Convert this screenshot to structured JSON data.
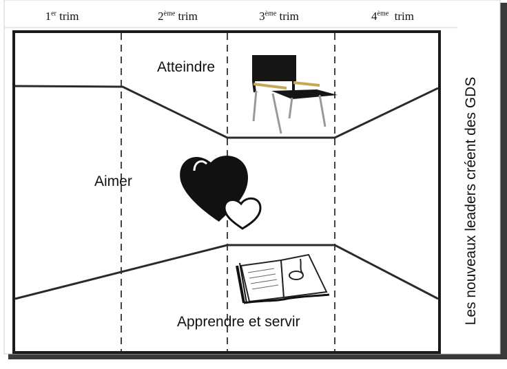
{
  "header": {
    "trimesters": [
      {
        "num": "1",
        "sup": "er",
        "word": " trim"
      },
      {
        "num": "2",
        "sup": "ème",
        "word": " trim"
      },
      {
        "num": "3",
        "sup": "ème",
        "word": " trim"
      },
      {
        "num": "4",
        "sup": "ème",
        "word": "  trim"
      }
    ]
  },
  "zones": {
    "top": "Atteindre",
    "middle": "Aimer",
    "bottom": "Apprendre et servir"
  },
  "side_label": "Les nouveaux leaders créent des GDS",
  "icons": {
    "top": "chair-icon",
    "middle": "heart-icon",
    "bottom": "open-book-icon"
  }
}
